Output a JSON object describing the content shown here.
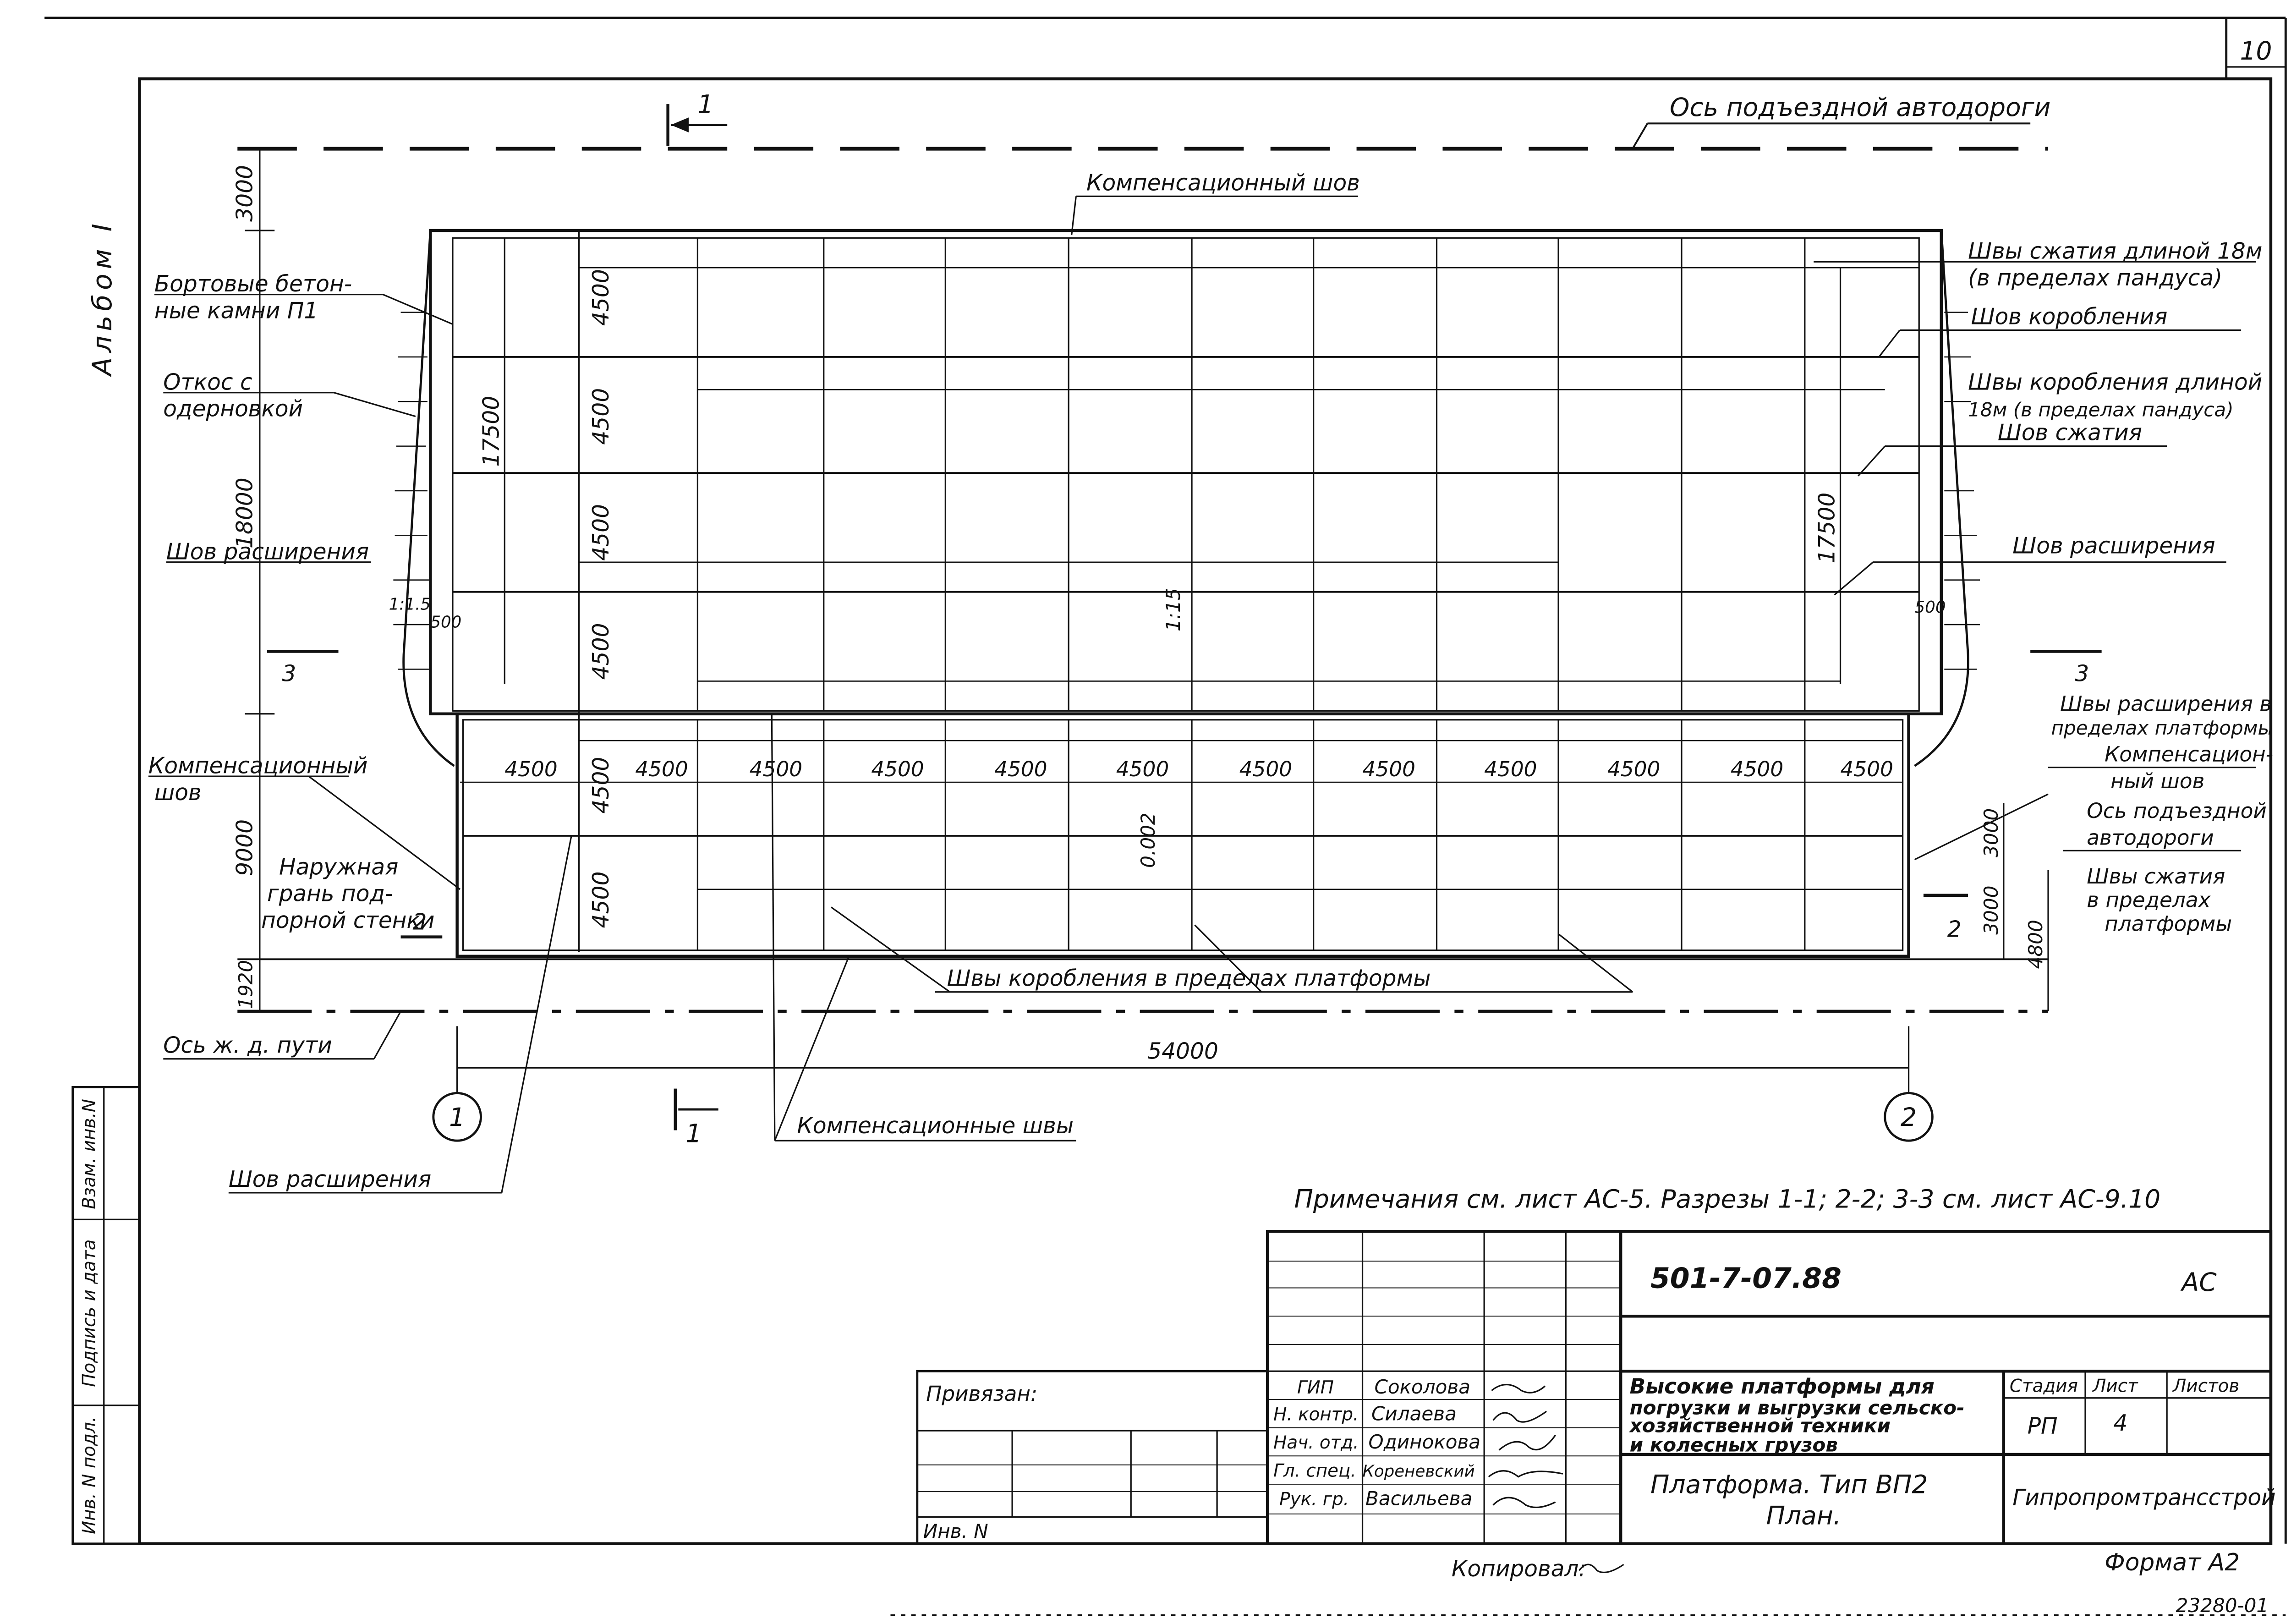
{
  "sheet_number": "10",
  "album_label": "Альбом I",
  "labels": {
    "axis_road_top": "Ось подъездной автодороги",
    "section_1": "1",
    "section_2": "2",
    "section_3": "3",
    "comp_joint_top": "Компенсационный шов",
    "curb_stones_1": "Бортовые бетон-",
    "curb_stones_2": "ные камни П1",
    "slope_1": "Откос с",
    "slope_2": "одерновкой",
    "exp_joint_left": "Шов расширения",
    "comp_joint_left_1": "Компенсационный",
    "comp_joint_left_2": "шов",
    "outer_face_1": "Наружная",
    "outer_face_2": "грань под-",
    "outer_face_3": "порной стенки",
    "axis_rail": "Ось ж. д. пути",
    "exp_joint_bottom": "Шов расширения",
    "comp_joints_bottom": "Компенсационные швы",
    "warp_joints_bottom": "Швы коробления в пределах платформы",
    "compress_joints_18_1": "Швы сжатия длиной 18м",
    "compress_joints_18_2": "(в пределах пандуса)",
    "warp_joint": "Шов коробления",
    "warp_joints_18_1": "Швы коробления длиной",
    "warp_joints_18_2": "18м (в пределах пандуса)",
    "compress_joint": "Шов сжатия",
    "exp_joint_right": "Шов расширения",
    "exp_joints_platform_1": "Швы расширения в",
    "exp_joints_platform_2": "пределах платформы",
    "comp_joint_right_1": "Компенсацион-",
    "comp_joint_right_2": "ный шов",
    "axis_road_right_1": "Ось подъездной",
    "axis_road_right_2": "автодороги",
    "compress_platform_1": "Швы сжатия",
    "compress_platform_2": "в пределах",
    "compress_platform_3": "платформы",
    "axis_num_1": "1",
    "axis_num_2": "2",
    "slope_115": "1:15",
    "slope_0002": "0.002",
    "slope_1_1_5": "1:1.5"
  },
  "dims": {
    "d3000": "3000",
    "d18000": "18000",
    "d17500": "17500",
    "d4500": "4500",
    "d9000": "9000",
    "d1920": "1920",
    "d54000": "54000",
    "d4800": "4800",
    "d500": "500"
  },
  "notes": "Примечания см. лист АС-5. Разрезы 1-1; 2-2; 3-3 см. лист АС-9.10",
  "title_block": {
    "doc_code": "501-7-07.88",
    "doc_mark": "АС",
    "project_title_1": "Высокие платформы для",
    "project_title_2": "погрузки и выгрузки сельско-",
    "project_title_3": "хозяйственной техники",
    "project_title_4": "и колесных грузов",
    "sheet_title_1": "Платформа. Тип ВП2",
    "sheet_title_2": "План.",
    "stage_header": "Стадия",
    "sheet_header": "Лист",
    "sheets_header": "Листов",
    "stage": "РП",
    "sheet": "4",
    "organization": "Гипропромтрансстрой",
    "bound_label": "Привязан:",
    "inv_label": "Инв. N",
    "roles": [
      "ГИП",
      "Н. контр.",
      "Нач. отд.",
      "Гл. спец.",
      "Рук. гр."
    ],
    "names": [
      "Соколова",
      "Силаева",
      "Одинокова",
      "Кореневский",
      "Васильева"
    ],
    "copied": "Копировал:",
    "format": "Формат А2",
    "archive_no": "23280-01"
  },
  "side_stamp": {
    "inv_orig": "Инв. N подл.",
    "signature_date": "Подпись и дата",
    "replace_inv": "Взам. инв.N"
  }
}
